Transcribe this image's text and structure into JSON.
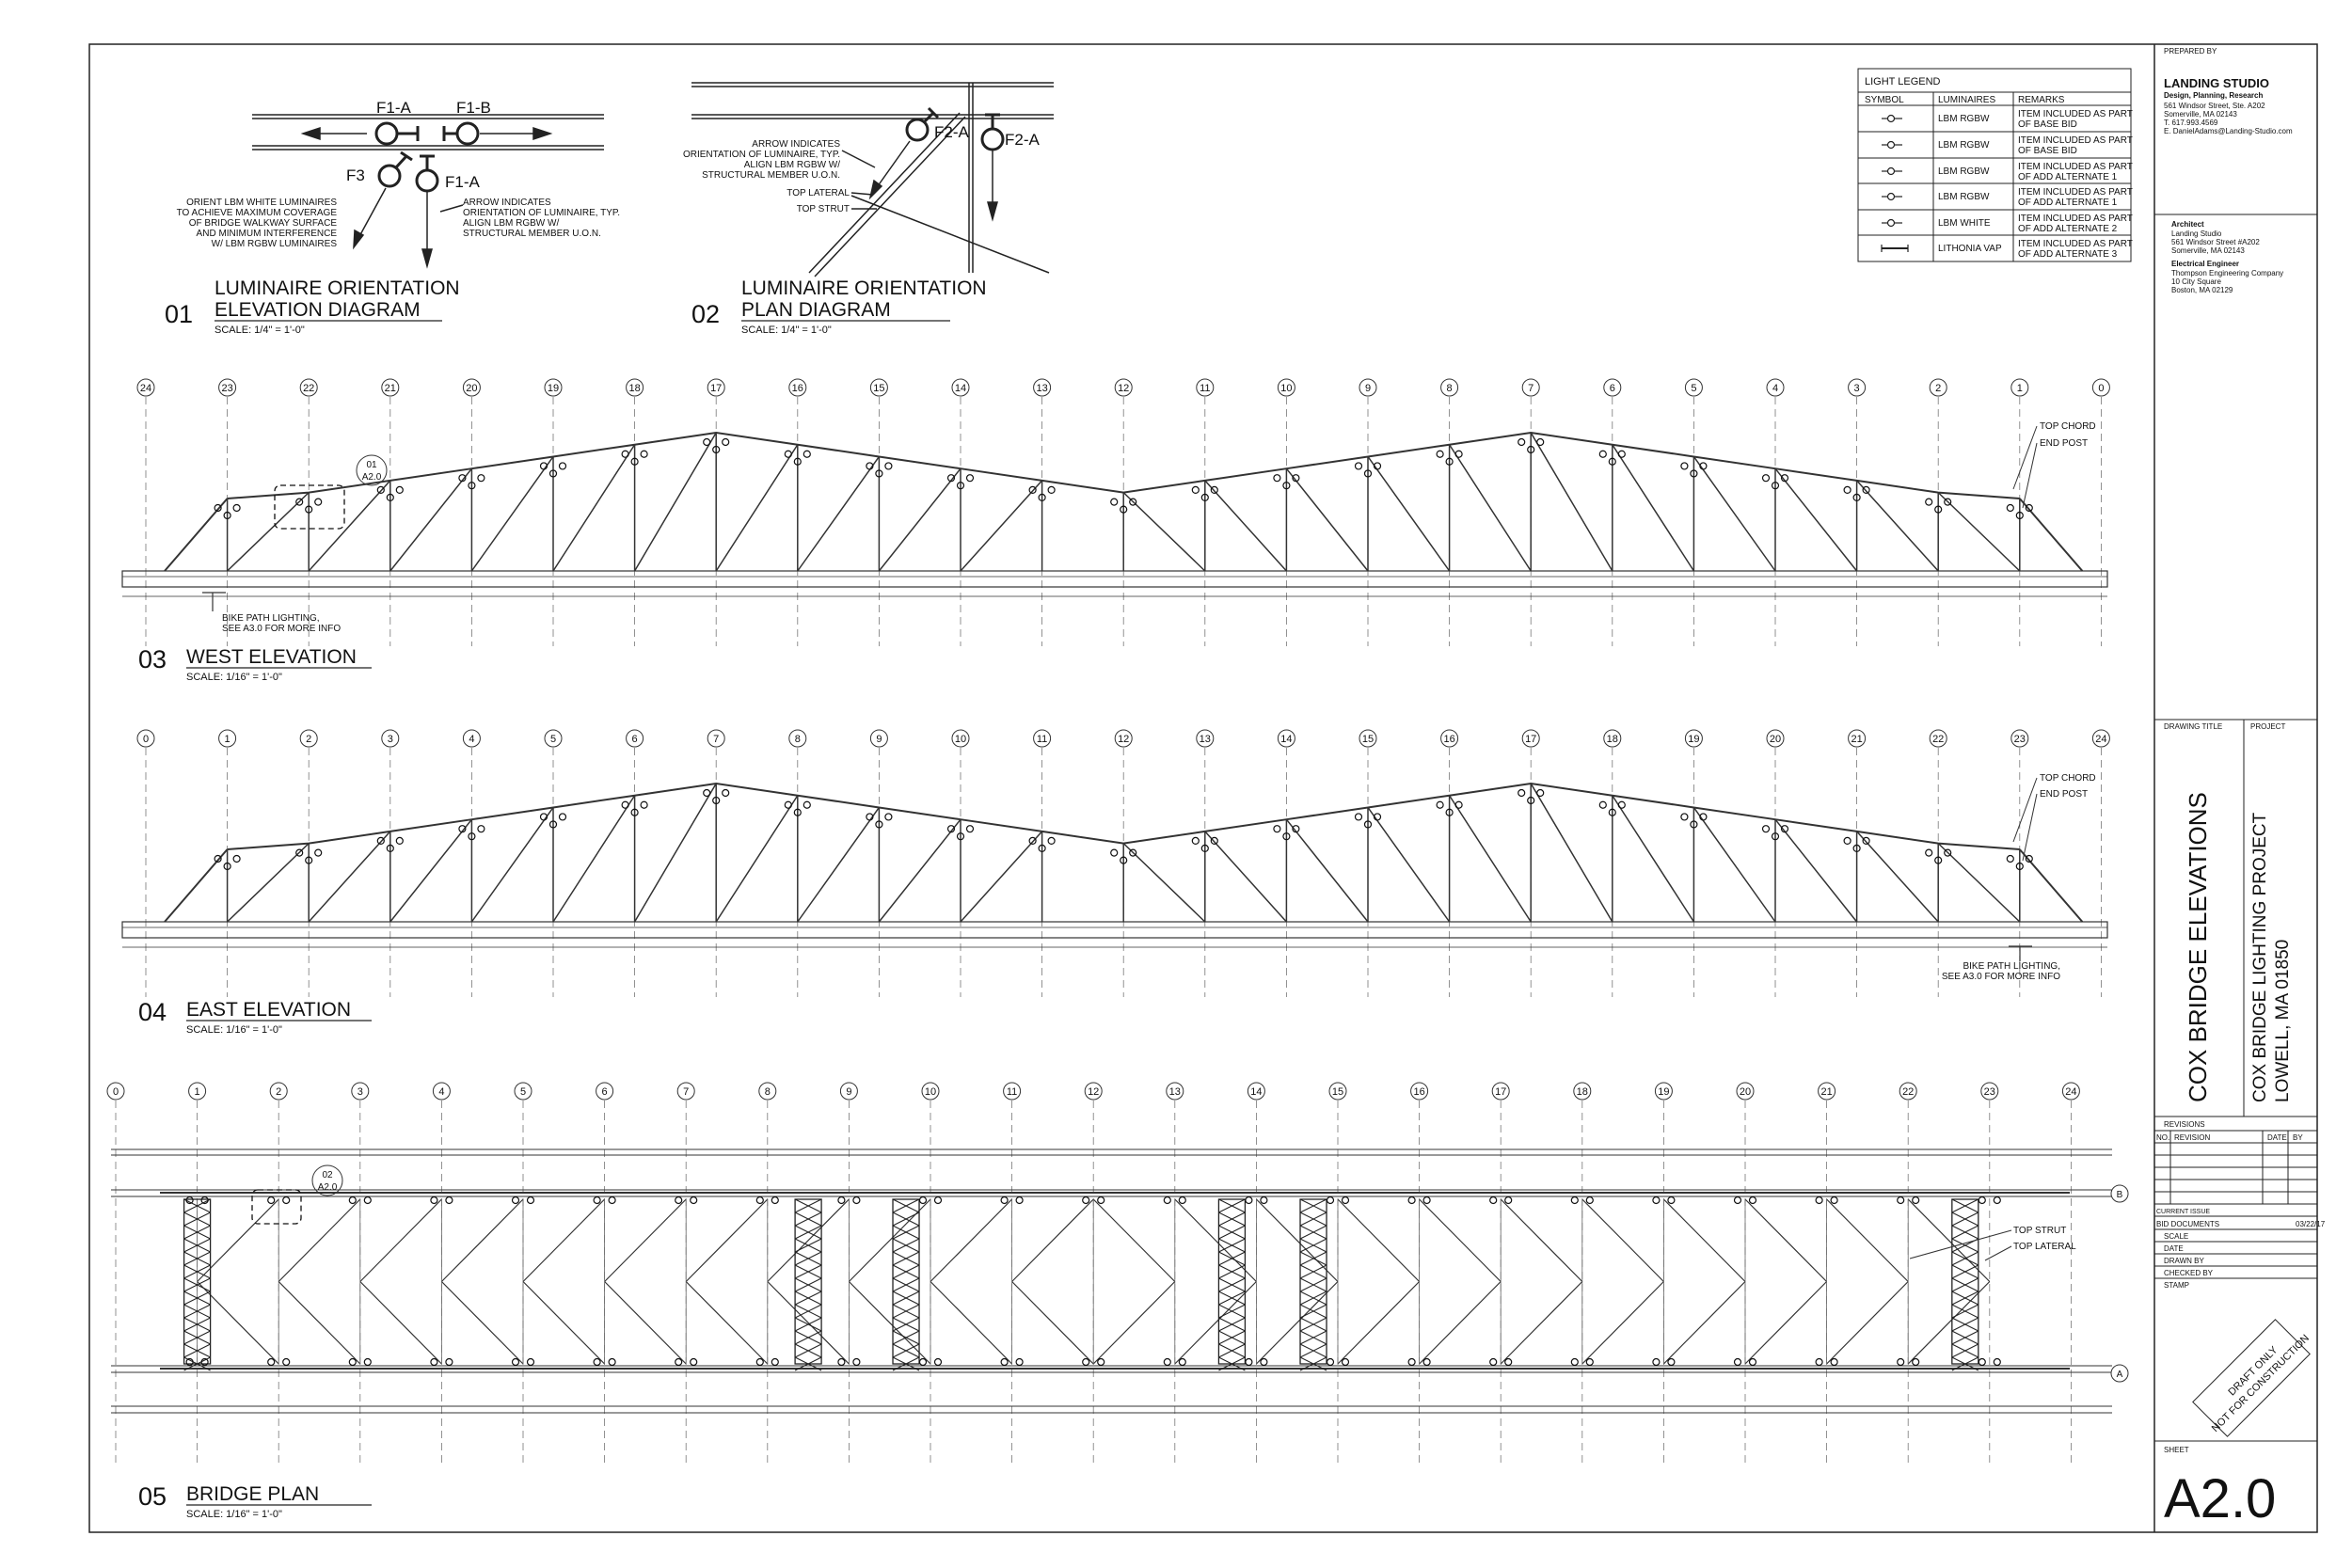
{
  "details": [
    {
      "num": "01",
      "title_line1": "LUMINAIRE ORIENTATION",
      "title_line2": "ELEVATION DIAGRAM",
      "scale": "SCALE: 1/4\" = 1'-0\""
    },
    {
      "num": "02",
      "title_line1": "LUMINAIRE ORIENTATION",
      "title_line2": "PLAN DIAGRAM",
      "scale": "SCALE: 1/4\" = 1'-0\""
    },
    {
      "num": "03",
      "title_line1": "WEST ELEVATION",
      "scale": "SCALE: 1/16\" = 1'-0\""
    },
    {
      "num": "04",
      "title_line1": "EAST ELEVATION",
      "scale": "SCALE: 1/16\" = 1'-0\""
    },
    {
      "num": "05",
      "title_line1": "BRIDGE PLAN",
      "scale": "SCALE: 1/16\" = 1'-0\""
    }
  ],
  "diagram01": {
    "f1a": "F1-A",
    "f1b": "F1-B",
    "f3": "F3",
    "f1a2": "F1-A",
    "note_left": [
      "ORIENT LBM WHITE LUMINAIRES",
      "TO ACHIEVE MAXIMUM COVERAGE",
      "OF BRIDGE WALKWAY SURFACE",
      "AND MINIMUM INTERFERENCE",
      "W/ LBM RGBW LUMINAIRES"
    ],
    "note_right": [
      "ARROW INDICATES",
      "ORIENTATION OF LUMINAIRE, TYP.",
      "ALIGN LBM RGBW W/",
      "STRUCTURAL MEMBER U.O.N."
    ]
  },
  "diagram02": {
    "f2a1": "F2-A",
    "f2a2": "F2-A",
    "note": [
      "ARROW INDICATES",
      "ORIENTATION OF LUMINAIRE, TYP.",
      "ALIGN LBM RGBW W/",
      "STRUCTURAL MEMBER U.O.N."
    ],
    "top_lateral": "TOP LATERAL",
    "top_strut": "TOP STRUT"
  },
  "legend": {
    "title": "LIGHT LEGEND",
    "headers": [
      "SYMBOL",
      "LUMINAIRES",
      "REMARKS"
    ],
    "rows": [
      {
        "lum": "LBM RGBW",
        "r1": "ITEM INCLUDED AS PART",
        "r2": "OF BASE BID"
      },
      {
        "lum": "LBM RGBW",
        "r1": "ITEM INCLUDED AS PART",
        "r2": "OF BASE BID"
      },
      {
        "lum": "LBM RGBW",
        "r1": "ITEM INCLUDED AS PART",
        "r2": "OF ADD ALTERNATE 1"
      },
      {
        "lum": "LBM RGBW",
        "r1": "ITEM INCLUDED AS PART",
        "r2": "OF ADD ALTERNATE 1"
      },
      {
        "lum": "LBM WHITE",
        "r1": "ITEM INCLUDED AS PART",
        "r2": "OF ADD ALTERNATE 2"
      },
      {
        "lum": "LITHONIA VAP",
        "r1": "ITEM INCLUDED AS PART",
        "r2": "OF ADD ALTERNATE 3"
      }
    ]
  },
  "elevation_notes": {
    "top_chord": "TOP CHORD",
    "end_post": "END POST",
    "bike1": "BIKE PATH LIGHTING,",
    "bike2": "SEE A3.0 FOR MORE INFO",
    "callout_num": "01",
    "callout_sheet": "A2.0"
  },
  "plan_notes": {
    "top_strut": "TOP STRUT",
    "top_lateral": "TOP LATERAL",
    "callout_num": "02",
    "callout_sheet": "A2.0",
    "grid_b": "B",
    "grid_a": "A"
  },
  "grid_west": [
    "24",
    "23",
    "22",
    "21",
    "20",
    "19",
    "18",
    "17",
    "16",
    "15",
    "14",
    "13",
    "12",
    "11",
    "10",
    "9",
    "8",
    "7",
    "6",
    "5",
    "4",
    "3",
    "2",
    "1",
    "0"
  ],
  "grid_east": [
    "0",
    "1",
    "2",
    "3",
    "4",
    "5",
    "6",
    "7",
    "8",
    "9",
    "10",
    "11",
    "12",
    "13",
    "14",
    "15",
    "16",
    "17",
    "18",
    "19",
    "20",
    "21",
    "22",
    "23",
    "24"
  ],
  "title_block": {
    "prepared_by": "PREPARED BY",
    "firm": "LANDING STUDIO",
    "firm_tag": "Design, Planning, Research",
    "firm_addr": [
      "561 Windsor Street, Ste. A202",
      "Somerville, MA 02143",
      "T. 617.993.4569",
      "E. DanielAdams@Landing-Studio.com"
    ],
    "architect_label": "Architect",
    "architect": [
      "Landing Studio",
      "561 Windsor Street #A202",
      "Somerville, MA 02143"
    ],
    "engineer_label": "Electrical Engineer",
    "engineer": [
      "Thompson Engineering Company",
      "10 City Square",
      "Boston, MA 02129"
    ],
    "drawing_title_label": "DRAWING TITLE",
    "project_label": "PROJECT",
    "drawing_title": "COX BRIDGE ELEVATIONS",
    "project_line1": "COX BRIDGE LIGHTING PROJECT",
    "project_line2": "LOWELL, MA 01850",
    "revisions": "REVISIONS",
    "rev_headers": [
      "NO.",
      "REVISION",
      "DATE",
      "BY"
    ],
    "current_issue": "CURRENT ISSUE",
    "issue": "BID DOCUMENTS",
    "issue_date": "03/22/17",
    "fields": [
      "SCALE",
      "DATE",
      "DRAWN BY",
      "CHECKED BY",
      "STAMP"
    ],
    "stamp1": "DRAFT ONLY",
    "stamp2": "NOT FOR CONSTRUCTION",
    "sheet_label": "SHEET",
    "sheet": "A2.0"
  }
}
